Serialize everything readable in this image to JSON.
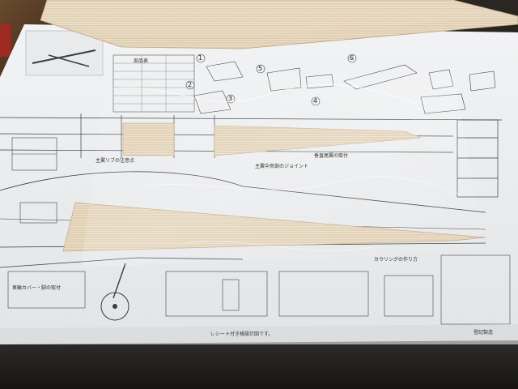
{
  "scene": {
    "description_free": true,
    "colors": {
      "paper": "#eceef0",
      "balsa": "#e7d9c2",
      "balsa_dark": "#c9b596",
      "ink": "#3a3d42",
      "floor": "#1a1918",
      "box": "#6a4b2c"
    }
  },
  "plan": {
    "step_numbers": [
      "1",
      "2",
      "3",
      "4",
      "5",
      "6"
    ],
    "footer_note": "レシート付き様設計図です。",
    "maker_mark": "登記製造",
    "parts_table_title": "部品表",
    "callouts": [
      "主翼リブの注意点",
      "垂直尾翼の取付",
      "主翼中央部のジョイント",
      "車輪カバー・脚の取付",
      "カウリングの作り方"
    ]
  }
}
